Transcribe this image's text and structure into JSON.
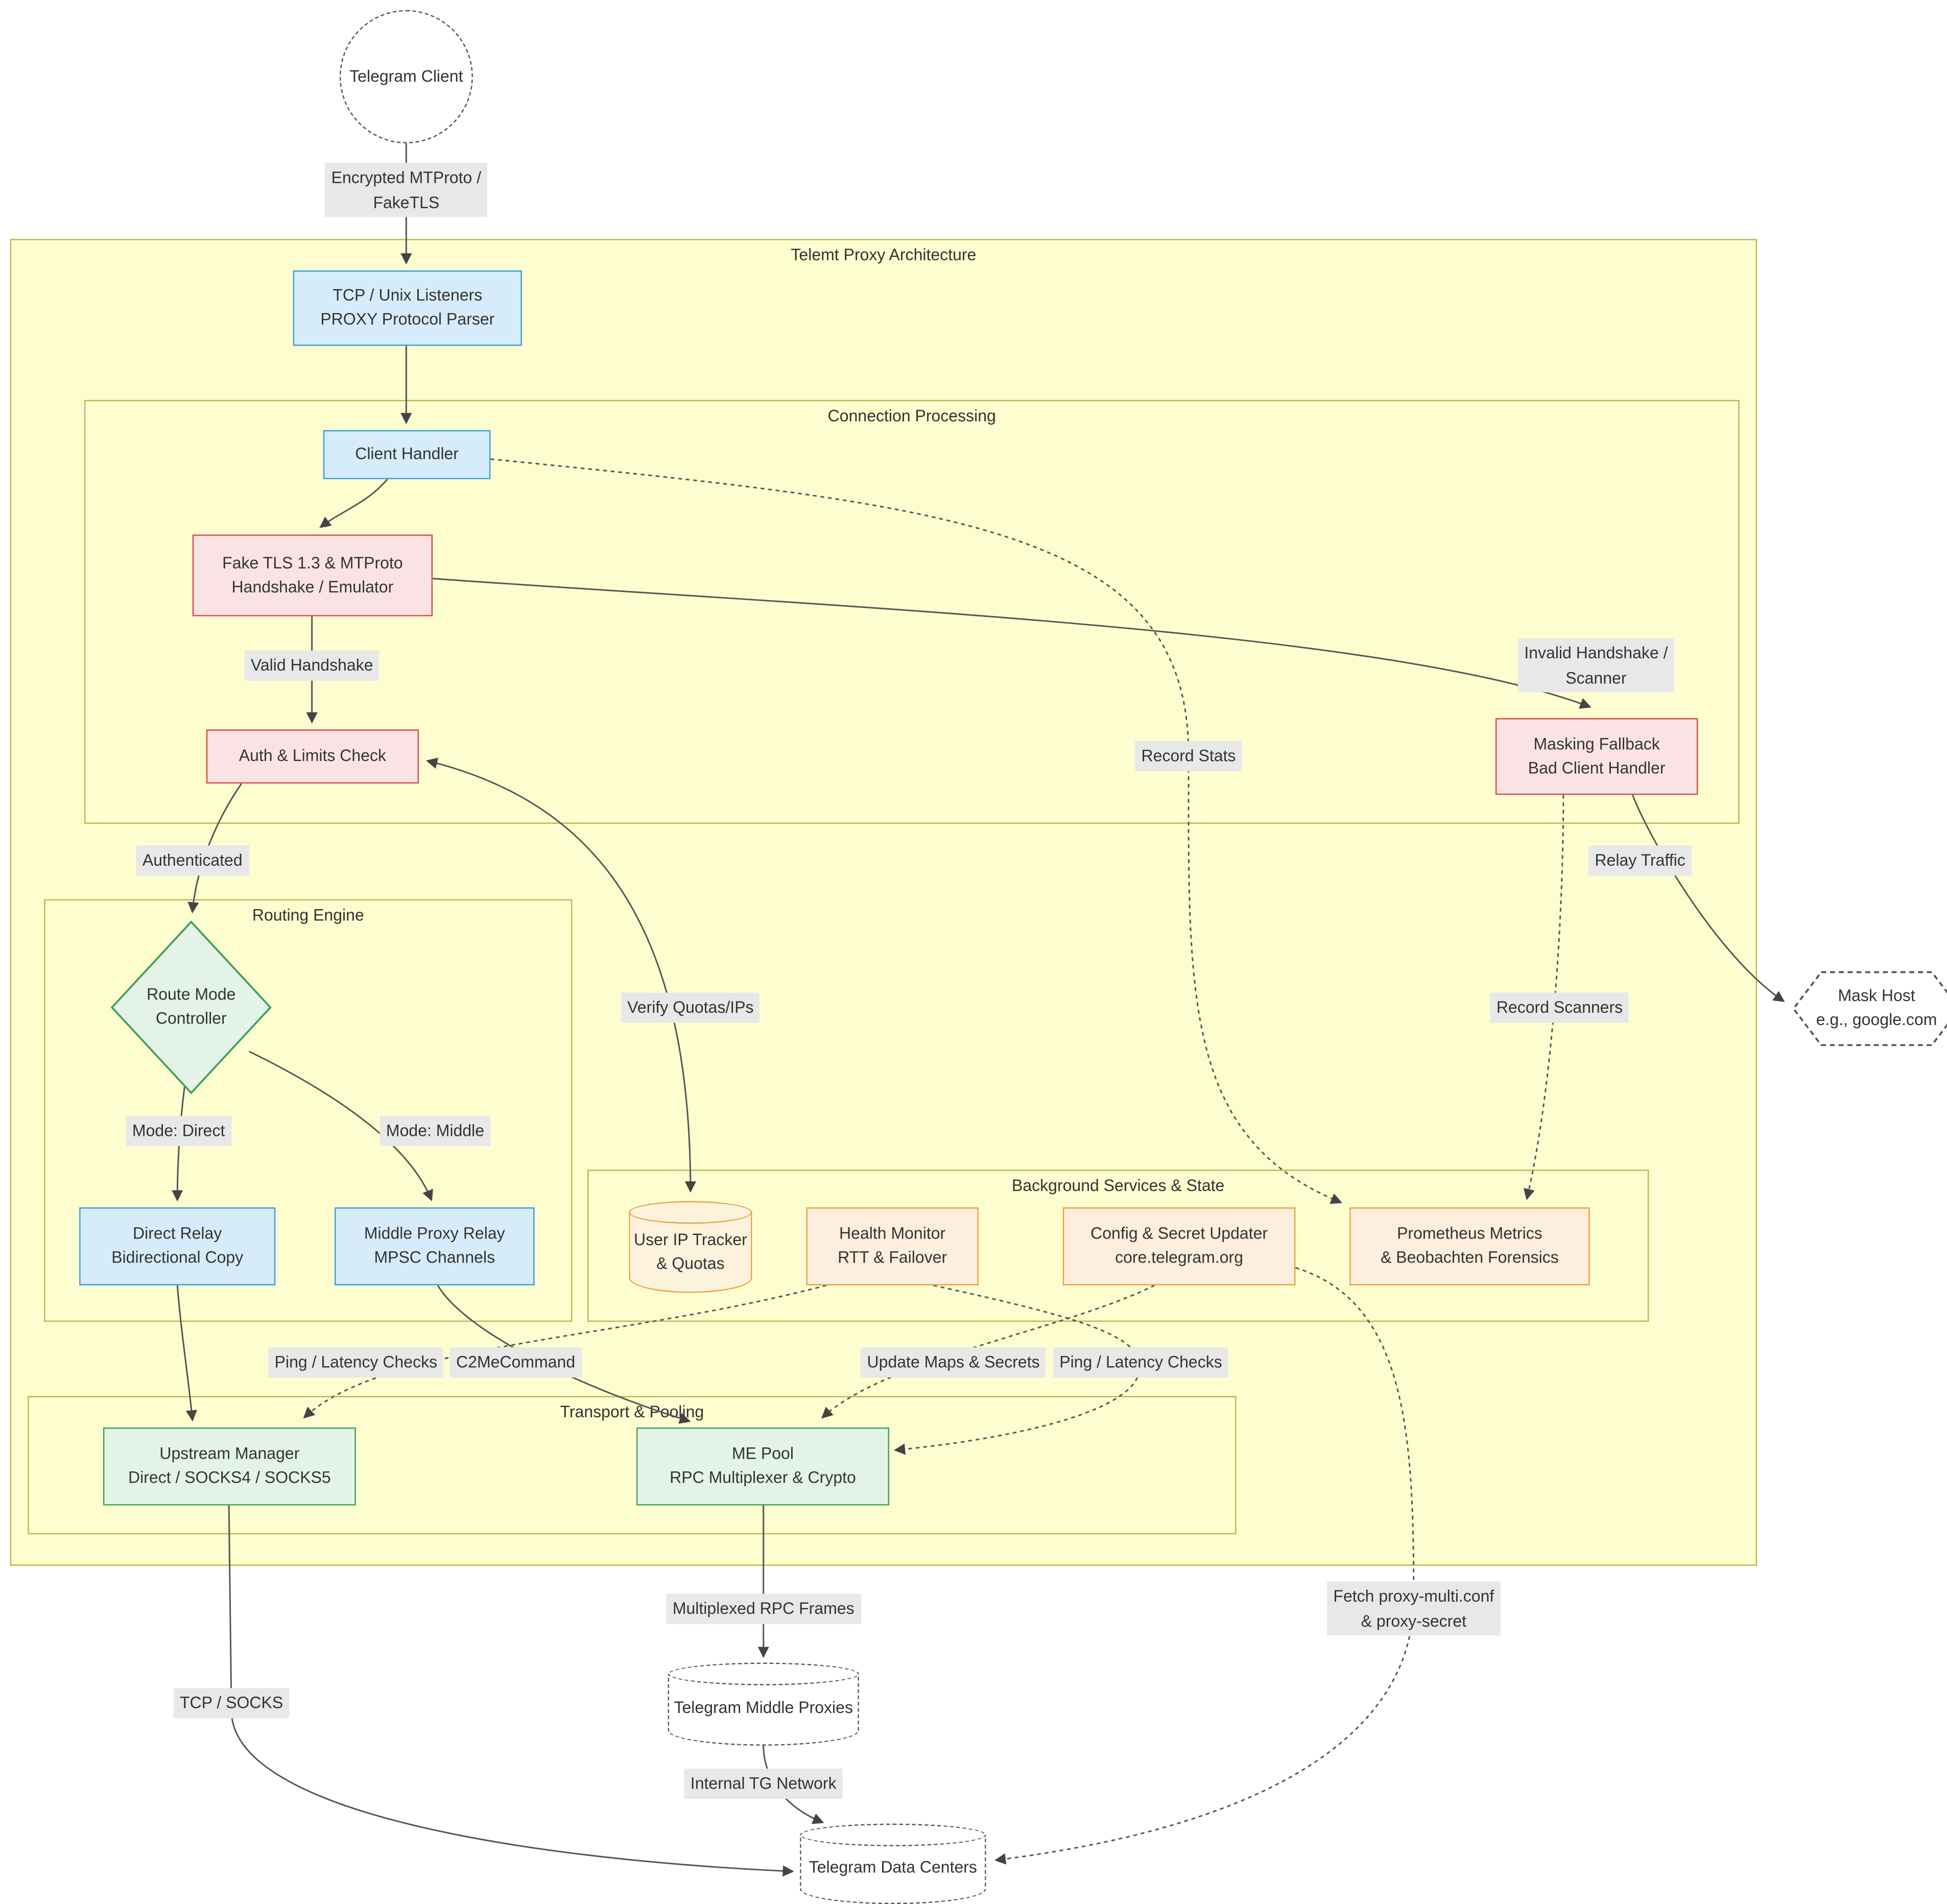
{
  "diagram_title": "Telemt Proxy Architecture",
  "subgraphs": {
    "connection": "Connection Processing",
    "routing": "Routing Engine",
    "background": "Background Services & State",
    "transport": "Transport & Pooling"
  },
  "nodes": {
    "telegram_client": "Telegram Client",
    "listeners": "TCP / Unix Listeners\nPROXY Protocol Parser",
    "client_handler": "Client Handler",
    "fake_tls": "Fake TLS 1.3 & MTProto\nHandshake / Emulator",
    "auth": "Auth & Limits Check",
    "masking": "Masking Fallback\nBad Client Handler",
    "route_mode": "Route Mode\nController",
    "direct_relay": "Direct Relay\nBidirectional Copy",
    "middle_relay": "Middle Proxy Relay\nMPSC Channels",
    "ip_tracker": "User IP Tracker\n& Quotas",
    "health": "Health Monitor\nRTT & Failover",
    "config": "Config & Secret Updater\ncore.telegram.org",
    "metrics": "Prometheus Metrics\n& Beobachten Forensics",
    "upstream": "Upstream Manager\nDirect / SOCKS4 / SOCKS5",
    "me_pool": "ME Pool\nRPC Multiplexer & Crypto",
    "mask_host": "Mask Host\ne.g., google.com",
    "middle_proxies": "Telegram Middle Proxies",
    "data_centers": "Telegram Data Centers"
  },
  "edge_labels": {
    "encrypted": "Encrypted MTProto /\nFakeTLS",
    "valid_handshake": "Valid Handshake",
    "invalid_handshake": "Invalid Handshake /\nScanner",
    "record_stats": "Record Stats",
    "authenticated": "Authenticated",
    "mode_direct": "Mode: Direct",
    "mode_middle": "Mode: Middle",
    "verify_quotas": "Verify Quotas/IPs",
    "relay_traffic": "Relay Traffic",
    "record_scanners": "Record Scanners",
    "ping_left": "Ping / Latency Checks",
    "c2me": "C2MeCommand",
    "update_maps": "Update Maps & Secrets",
    "ping_right": "Ping / Latency Checks",
    "multiplexed": "Multiplexed RPC Frames",
    "tcp_socks": "TCP / SOCKS",
    "internal_tg": "Internal TG Network",
    "fetch_conf": "Fetch proxy-multi.conf\n& proxy-secret"
  },
  "colors": {
    "container_fill": "#fdfdd0",
    "container_stroke": "#b9b94f",
    "blue_fill": "#d6ecfa",
    "blue_stroke": "#3d9ed6",
    "red_fill": "#fbe3e5",
    "red_stroke": "#d84b4b",
    "green_fill": "#e3f3e8",
    "green_stroke": "#41a05f",
    "orange_fill": "#fdeedd",
    "orange_stroke": "#e8a33d",
    "edge_label_bg": "#e8e8e8",
    "edge_color": "#555555"
  }
}
